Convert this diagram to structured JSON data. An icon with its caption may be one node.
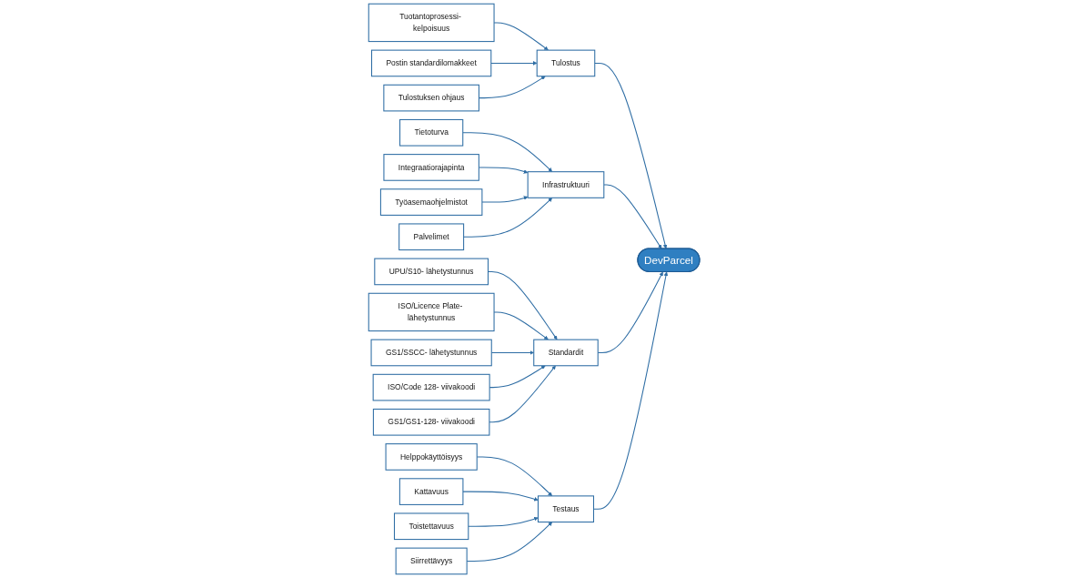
{
  "diagram": {
    "nodes": [
      {
        "text": [
          "DevParcel"
        ]
      },
      {
        "text": [
          "Tulostus"
        ]
      },
      {
        "text": [
          "Tuotantoprosessi- kelpoisuus"
        ]
      },
      {
        "text": [
          "Postin standardilomakkeet"
        ]
      },
      {
        "text": [
          "Tulostuksen ohjaus"
        ]
      },
      {
        "text": [
          "Infrastruktuuri"
        ]
      },
      {
        "text": [
          "Tietoturva"
        ]
      },
      {
        "text": [
          "Integraatiorajapinta"
        ]
      },
      {
        "text": [
          "Työasemaohjelmistot"
        ]
      },
      {
        "text": [
          "Palvelimet"
        ]
      },
      {
        "text": [
          "Standardit"
        ]
      },
      {
        "text": [
          "UPU/S10- lähetystunnus"
        ]
      },
      {
        "text": [
          "ISO/Licence Plate- lähetystunnus"
        ]
      },
      {
        "text": [
          "GS1/SSCC- lähetystunnus"
        ]
      },
      {
        "text": [
          "ISO/Code 128- viivakoodi"
        ]
      },
      {
        "text": [
          "GS1/GS1-128- viivakoodi"
        ]
      },
      {
        "text": [
          "Testaus"
        ]
      },
      {
        "text": [
          "Helppokäyttöisyys"
        ]
      },
      {
        "text": [
          "Kattavuus"
        ]
      },
      {
        "text": [
          "Toistettavuus"
        ]
      },
      {
        "text": [
          "Siirrettävyys"
        ]
      }
    ],
    "edges": [
      {
        "from": 2,
        "to": 1,
        "arrow": "to"
      },
      {
        "from": 3,
        "to": 1,
        "arrow": "to"
      },
      {
        "from": 4,
        "to": 1,
        "arrow": "to"
      },
      {
        "from": 1,
        "to": 0,
        "arrow": "to"
      },
      {
        "from": 6,
        "to": 5,
        "arrow": "to"
      },
      {
        "from": 7,
        "to": 5,
        "arrow": "to"
      },
      {
        "from": 8,
        "to": 5,
        "arrow": "to"
      },
      {
        "from": 9,
        "to": 5,
        "arrow": "to"
      },
      {
        "from": 5,
        "to": 0,
        "arrow": "to"
      },
      {
        "from": 11,
        "to": 10,
        "arrow": "to"
      },
      {
        "from": 12,
        "to": 10,
        "arrow": "to"
      },
      {
        "from": 13,
        "to": 10,
        "arrow": "to"
      },
      {
        "from": 14,
        "to": 10,
        "arrow": "to"
      },
      {
        "from": 15,
        "to": 10,
        "arrow": "to"
      },
      {
        "from": 10,
        "to": 0,
        "arrow": "to"
      },
      {
        "from": 17,
        "to": 16,
        "arrow": "to"
      },
      {
        "from": 18,
        "to": 16,
        "arrow": "to"
      },
      {
        "from": 19,
        "to": 16,
        "arrow": "to"
      },
      {
        "from": 20,
        "to": 16,
        "arrow": "to"
      },
      {
        "from": 16,
        "to": 0,
        "arrow": "to"
      }
    ]
  }
}
